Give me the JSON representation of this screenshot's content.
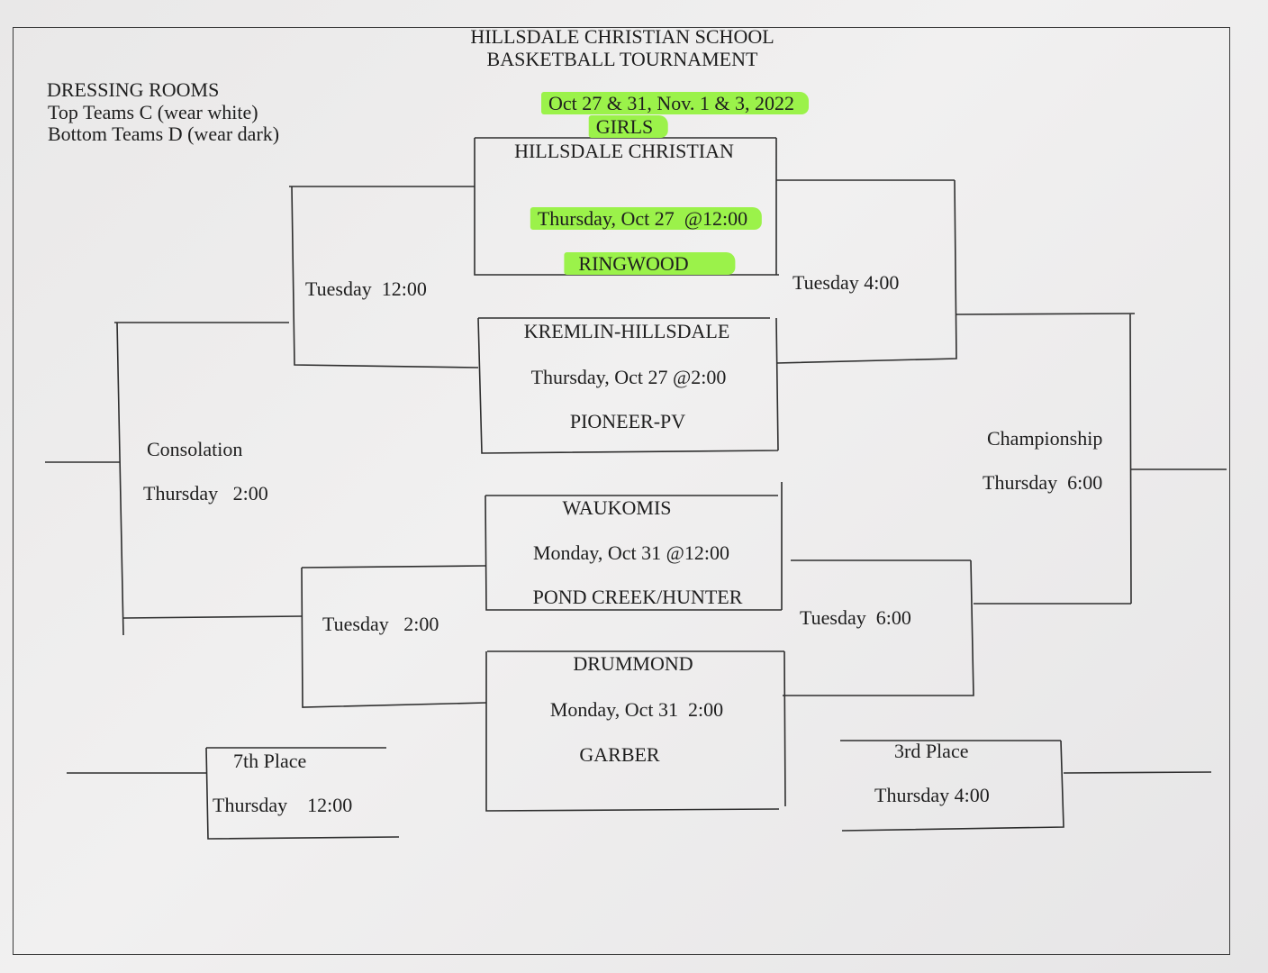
{
  "header": {
    "school": "HILLSDALE CHRISTIAN SCHOOL",
    "event": "BASKETBALL TOURNAMENT",
    "dates": "Oct 27 & 31, Nov. 1 & 3, 2022",
    "division": "GIRLS"
  },
  "dressing_rooms": {
    "title": "DRESSING ROOMS",
    "top": "Top Teams C (wear white)",
    "bottom": "Bottom Teams D (wear dark)"
  },
  "games": [
    {
      "team_top": "HILLSDALE CHRISTIAN",
      "time": "Thursday, Oct 27  @12:00",
      "team_bottom": "RINGWOOD"
    },
    {
      "team_top": "KREMLIN-HILLSDALE",
      "time": "Thursday, Oct 27 @2:00",
      "team_bottom": "PIONEER-PV"
    },
    {
      "team_top": "WAUKOMIS",
      "time": "Monday, Oct 31 @12:00",
      "team_bottom": "POND CREEK/HUNTER"
    },
    {
      "team_top": "DRUMMOND",
      "time": "Monday, Oct 31  2:00",
      "team_bottom": "GARBER"
    }
  ],
  "second_round": {
    "left_top": "Tuesday  12:00",
    "left_bottom": "Tuesday   2:00",
    "right_top": "Tuesday 4:00",
    "right_bottom": "Tuesday  6:00"
  },
  "consolation": {
    "label": "Consolation",
    "time": "Thursday   2:00"
  },
  "championship": {
    "label": "Championship",
    "time": "Thursday  6:00"
  },
  "seventh": {
    "label": "7th Place",
    "time": "Thursday    12:00"
  },
  "third": {
    "label": "3rd Place",
    "time": "Thursday 4:00"
  },
  "colors": {
    "highlight": "#9bf24a",
    "ink": "#1e1e1e",
    "paper": "#eeeded"
  }
}
